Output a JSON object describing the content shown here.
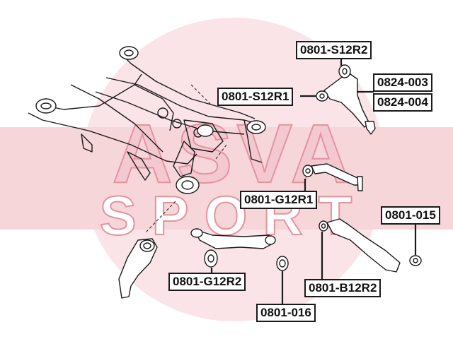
{
  "watermark": {
    "lines": [
      "ASVA",
      "SPORT"
    ],
    "color": "#f3c9cf",
    "circle_color": "#fbe4e7",
    "stroke_color": "#e3949e"
  },
  "colors": {
    "line": "#1a1a1a",
    "leader": "#1a1a1a",
    "box_border": "#1a1a1a"
  },
  "parts": [
    {
      "id": "s12r2",
      "label": "0801-S12R2"
    },
    {
      "id": "s12r1",
      "label": "0801-S12R1"
    },
    {
      "id": "p0824003",
      "label": "0824-003"
    },
    {
      "id": "p0824004",
      "label": "0824-004"
    },
    {
      "id": "g12r1",
      "label": "0801-G12R1"
    },
    {
      "id": "p015",
      "label": "0801-015"
    },
    {
      "id": "g12r2",
      "label": "0801-G12R2"
    },
    {
      "id": "b12r2",
      "label": "0801-B12R2"
    },
    {
      "id": "p016",
      "label": "0801-016"
    }
  ]
}
